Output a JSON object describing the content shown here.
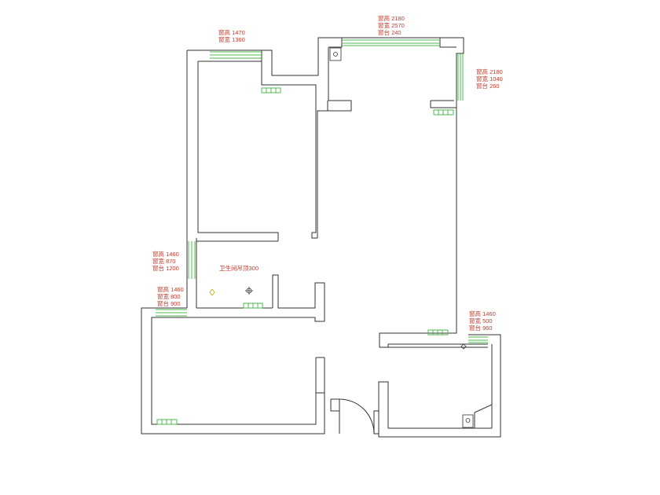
{
  "colors": {
    "wall": "#333333",
    "window": "#4cbb4c",
    "annotation": "#c0392b",
    "background": "#ffffff"
  },
  "annotations": [
    {
      "id": "top-left-window",
      "lines": [
        "窗高 1470",
        "窗宽 1360"
      ]
    },
    {
      "id": "top-right-window",
      "lines": [
        "窗高 2180",
        "窗宽 2570",
        "窗台 240"
      ]
    },
    {
      "id": "right-window",
      "lines": [
        "窗高 2180",
        "窗宽 1040",
        "窗台 260"
      ]
    },
    {
      "id": "mid-left-window",
      "lines": [
        "窗高 1460",
        "窗宽 870",
        "窗台 1200"
      ]
    },
    {
      "id": "lower-left-window",
      "lines": [
        "窗高 1460",
        "窗宽 800",
        "窗台 900"
      ]
    },
    {
      "id": "lower-right-window",
      "lines": [
        "窗高 1460",
        "窗宽 500",
        "窗台 960"
      ]
    }
  ],
  "room_label": "卫生间吊顶300"
}
